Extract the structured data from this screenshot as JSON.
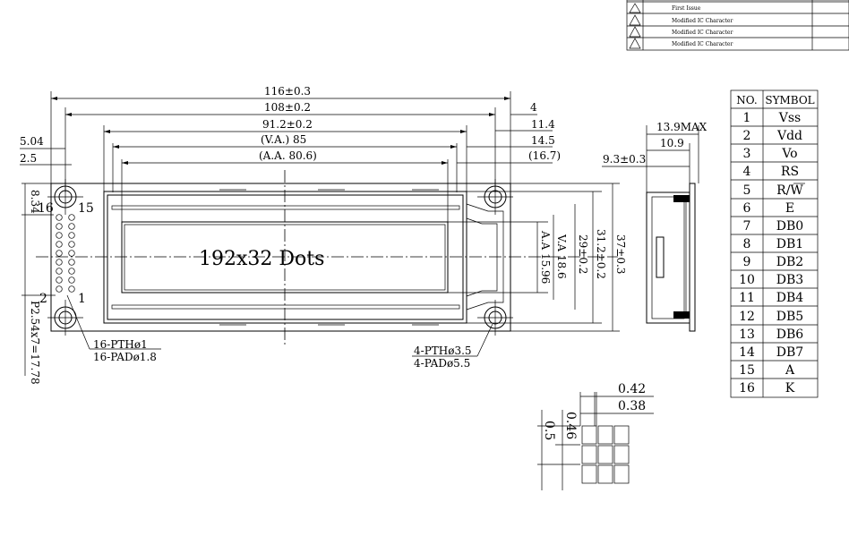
{
  "revision_table": {
    "rows": [
      "First Issue",
      "Modified IC Character",
      "Modified IC Character",
      "Modified IC Character"
    ]
  },
  "dimensions": {
    "d116": "116±0.3",
    "d108": "108±0.2",
    "d91": "91.2±0.2",
    "va85": "(V.A.) 85",
    "aa806": "(A.A. 80.6)",
    "d4": "4",
    "d114": "11.4",
    "d145": "14.5",
    "d167": "(16.7)",
    "d504": "5.04",
    "d25": "2.5",
    "d834": "8.34",
    "d139": "13.9MAX",
    "d109": "10.9",
    "d93": "9.3±0.3",
    "va186": "V.A 18.6",
    "aa1596": "A.A 15.96",
    "d29": "29±0.2",
    "d312": "31.2±0.2",
    "d37": "37±0.3",
    "pitch": "P2.54x7=17.78",
    "pth1": "16-PTHø1",
    "pad18": "16-PADø1.8",
    "pth35": "4-PTHø3.5",
    "pad55": "4-PADø5.5",
    "d042": "0.42",
    "d038": "0.38",
    "d046": "0.46",
    "d05": "0.5"
  },
  "display_label": "192x32 Dots",
  "pin_labels": {
    "p16": "16",
    "p15": "15",
    "p2": "2",
    "p1": "1"
  },
  "pin_table": {
    "headers": [
      "NO.",
      "SYMBOL"
    ],
    "rows": [
      [
        "1",
        "Vss"
      ],
      [
        "2",
        "Vdd"
      ],
      [
        "3",
        "Vo"
      ],
      [
        "4",
        "RS"
      ],
      [
        "5",
        "R/W"
      ],
      [
        "6",
        "E"
      ],
      [
        "7",
        "DB0"
      ],
      [
        "8",
        "DB1"
      ],
      [
        "9",
        "DB2"
      ],
      [
        "10",
        "DB3"
      ],
      [
        "11",
        "DB4"
      ],
      [
        "12",
        "DB5"
      ],
      [
        "13",
        "DB6"
      ],
      [
        "14",
        "DB7"
      ],
      [
        "15",
        "A"
      ],
      [
        "16",
        "K"
      ]
    ]
  }
}
